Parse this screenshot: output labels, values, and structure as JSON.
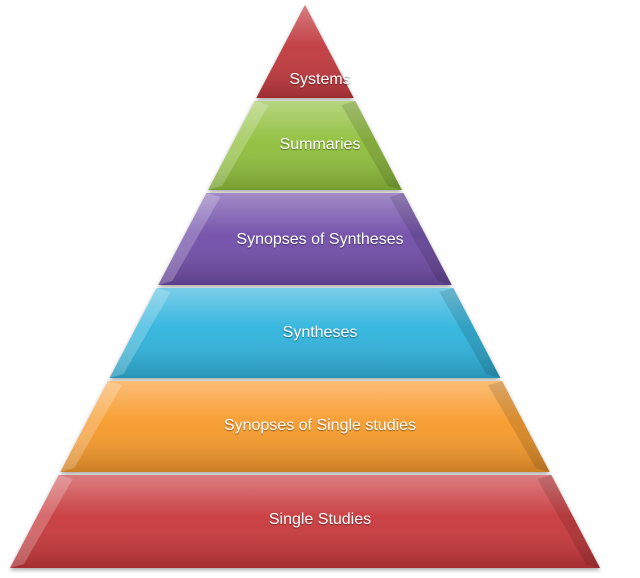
{
  "pyramid": {
    "levels": [
      {
        "label": "Systems",
        "color": "#c0393e"
      },
      {
        "label": "Summaries",
        "color": "#8fbf3a"
      },
      {
        "label": "Synopses of Syntheses",
        "color": "#6f4ea8"
      },
      {
        "label": "Syntheses",
        "color": "#2fb3dc"
      },
      {
        "label": "Synopses of Single studies",
        "color": "#f79a2a"
      },
      {
        "label": "Single Studies",
        "color": "#c8383b"
      }
    ]
  }
}
